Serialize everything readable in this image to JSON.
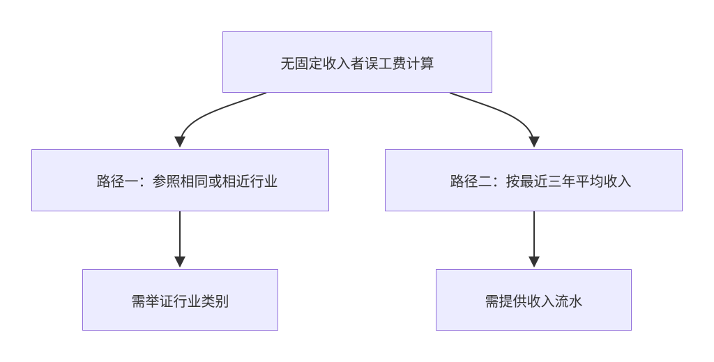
{
  "diagram": {
    "root": {
      "label": "无固定收入者误工费计算"
    },
    "path1": {
      "label": "路径一：参照相同或相近行业"
    },
    "path2": {
      "label": "路径二：按最近三年平均收入"
    },
    "leaf1": {
      "label": "需举证行业类别"
    },
    "leaf2": {
      "label": "需提供收入流水"
    }
  },
  "colors": {
    "node_fill": "#ececff",
    "node_border": "#9370db",
    "edge": "#333333",
    "text": "#333333"
  }
}
